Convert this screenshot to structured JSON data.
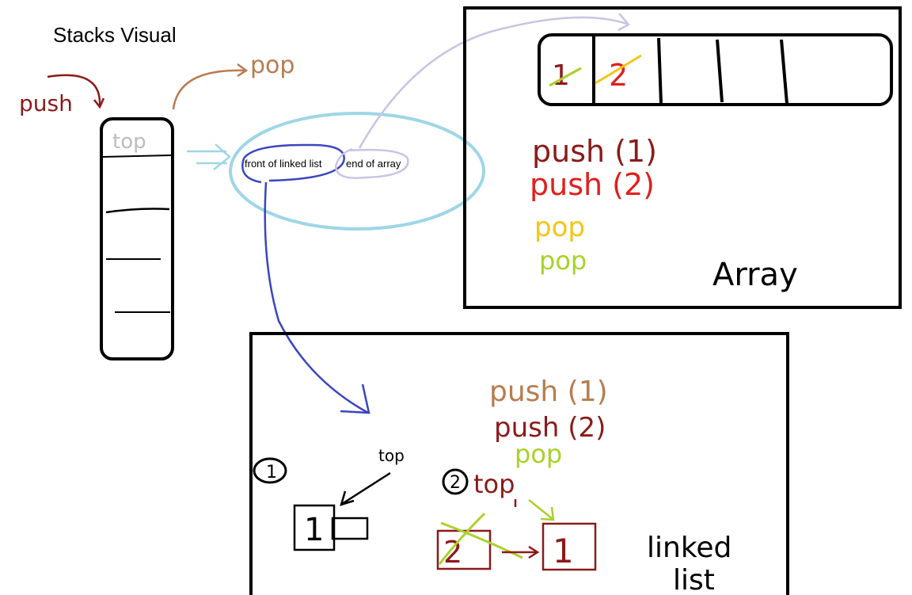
{
  "title": "Stacks Visual",
  "labels": {
    "push": "push",
    "pop": "pop",
    "top": "top",
    "front_of_linked_list": "front of linked list",
    "end_of_array": "end of array"
  },
  "array_panel": {
    "cells": [
      "1",
      "2",
      "",
      "",
      ""
    ],
    "operations": [
      "push (1)",
      "push (2)",
      "pop",
      "pop"
    ],
    "caption": "Array"
  },
  "linked_list_panel": {
    "operations": [
      "push (1)",
      "push (2)",
      "pop"
    ],
    "step_one": "1",
    "step_two": "2",
    "top_label_1": "top",
    "top_label_2": "top",
    "node_values": [
      "1",
      "2",
      "1"
    ],
    "caption_line1": "linked",
    "caption_line2": "list"
  },
  "colors": {
    "maroon": "#8b1a1a",
    "red": "#e0201c",
    "tan": "#b87c50",
    "lightblue": "#9fd6e6",
    "lavender": "#c9c4e4",
    "blue": "#3a45c0",
    "yellow": "#f5c518",
    "green": "#a8d22a",
    "gray": "#bcbcbc"
  }
}
